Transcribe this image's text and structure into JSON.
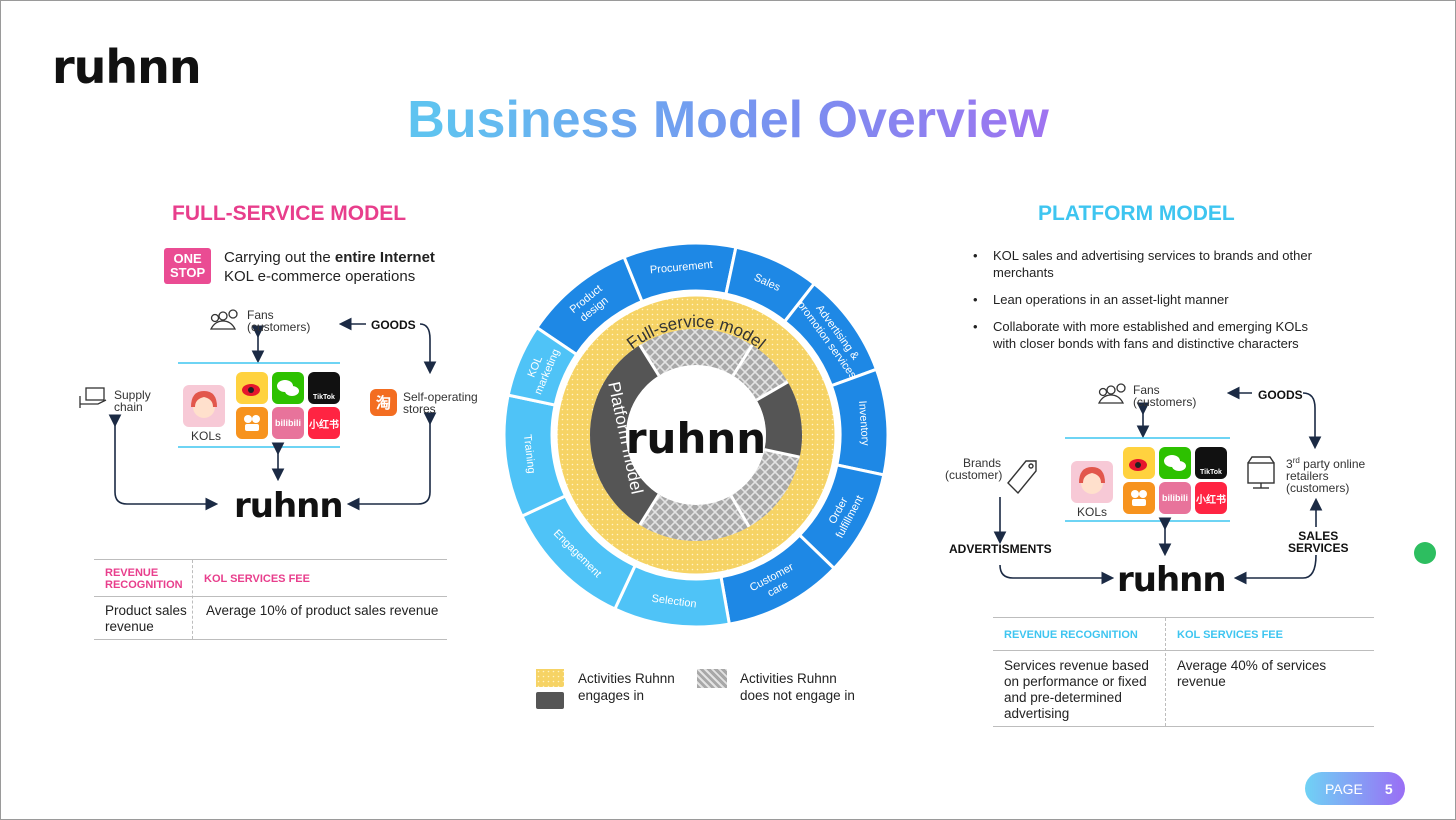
{
  "logo_text": "ruhnn",
  "title": "Business Model Overview",
  "full_service": {
    "heading": "FULL-SERVICE MODEL",
    "badge_line1": "ONE",
    "badge_line2": "STOP",
    "desc_line1_pre": "Carrying out the ",
    "desc_line1_bold": "entire Internet",
    "desc_line2": "KOL e-commerce operations",
    "fans_line1": "Fans",
    "fans_line2": "(customers)",
    "goods": "GOODS",
    "supply_line1": "Supply",
    "supply_line2": "chain",
    "self_line1": "Self-operating",
    "self_line2": "stores",
    "kols": "KOLs",
    "table": {
      "col1_head_line1": "REVENUE",
      "col1_head_line2": "RECOGNITION",
      "col2_head": "KOL SERVICES FEE",
      "col1_value_line1": "Product sales",
      "col1_value_line2": "revenue",
      "col2_value": "Average 10% of product sales revenue"
    }
  },
  "wheel": {
    "segments": [
      "Product design",
      "Procurement",
      "Sales",
      "Advertising & promotion services",
      "Inventory",
      "Order fulfillment",
      "Customer care",
      "Selection",
      "Engagement",
      "Training",
      "KOL marketing"
    ],
    "inner_ring": "Full-service model",
    "platform_arc": "Platform model",
    "center_logo": "ruhnn"
  },
  "legend": {
    "engage_line1": "Activities Ruhnn",
    "engage_line2": "engages in",
    "not_line1": "Activities Ruhnn",
    "not_line2": "does not engage in"
  },
  "platform": {
    "heading": "PLATFORM MODEL",
    "bullets": [
      "KOL sales and advertising services to brands and other merchants",
      "Lean operations in an asset-light manner",
      "Collaborate with more established and emerging KOLs with closer bonds with fans and distinctive characters"
    ],
    "fans_line1": "Fans",
    "fans_line2": "(customers)",
    "goods": "GOODS",
    "brands_line1": "Brands",
    "brands_line2": "(customer)",
    "retailers_sup": "rd",
    "retailers_line1_pre": "3",
    "retailers_line1_post": " party online",
    "retailers_line2": "retailers",
    "retailers_line3": "(customers)",
    "advertisments": "ADVERTISMENTS",
    "sales_line1": "SALES",
    "sales_line2": "SERVICES",
    "kols": "KOLs",
    "table": {
      "col1_head": "REVENUE RECOGNITION",
      "col2_head": "KOL SERVICES FEE",
      "col1_value": [
        "Services revenue based",
        "on performance or fixed",
        "and pre-determined",
        "advertising"
      ],
      "col2_value": [
        "Average 40% of services",
        "revenue"
      ]
    }
  },
  "apps": {
    "tiktok": "TikTok",
    "bilibili": "bilibili",
    "xhs": "小红书",
    "taobao": "淘"
  },
  "page": {
    "label": "PAGE",
    "number": "5"
  },
  "colors": {
    "pink": "#e83e8c",
    "cyan": "#3ec5f0",
    "wheel_blue_dark": "#1976d2",
    "wheel_blue_light": "#4fc3f7",
    "yellow": "#f6d365",
    "grey": "#555555"
  }
}
